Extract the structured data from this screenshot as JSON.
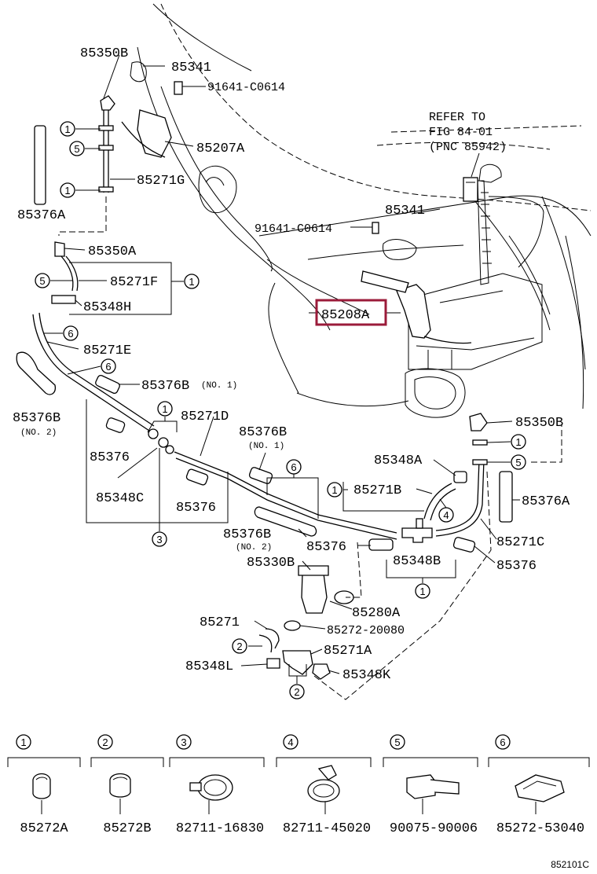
{
  "figure_code": "852101C",
  "callouts": {
    "p85350B_top": "85350B",
    "p85341_top": "85341",
    "p91641_top": "91641-C0614",
    "p85207A": "85207A",
    "p85271G": "85271G",
    "p85376A_left": "85376A",
    "p85350A": "85350A",
    "p85271F": "85271F",
    "p85348H": "85348H",
    "p85271E": "85271E",
    "p85376B_mid": "85376B",
    "no1_a": "(NO. 1)",
    "p85376B_left": "85376B",
    "no2_a": "(NO. 2)",
    "p85376_a": "85376",
    "p85271D": "85271D",
    "p85348C": "85348C",
    "p85376B_no1b": "85376B",
    "no1_b": "(NO. 1)",
    "p85376_b": "85376",
    "p85376B_no2b": "85376B",
    "no2_b": "(NO. 2)",
    "p85376_c": "85376",
    "p85330B": "85330B",
    "p85280A": "85280A",
    "p85271": "85271",
    "p85272_20080": "85272-20080",
    "p85271A": "85271A",
    "p85348L": "85348L",
    "p85348K": "85348K",
    "p85341_mid": "85341",
    "p91641_mid": "91641-C0614",
    "p85208A": "85208A",
    "p85350B_right": "85350B",
    "p85348A": "85348A",
    "p85271B": "85271B",
    "p85376A_right": "85376A",
    "p85271C": "85271C",
    "p85376_d": "85376",
    "p85348B": "85348B"
  },
  "refer": {
    "line1": "REFER TO",
    "line2": "FIG 84-01",
    "line3": "(PNC 85942)"
  },
  "legend": [
    {
      "num": "1",
      "part": "85272A"
    },
    {
      "num": "2",
      "part": "85272B"
    },
    {
      "num": "3",
      "part": "82711-16830"
    },
    {
      "num": "4",
      "part": "82711-45020"
    },
    {
      "num": "5",
      "part": "90075-90006"
    },
    {
      "num": "6",
      "part": "85272-53040"
    }
  ],
  "markers": {
    "m1a": "1",
    "m5a": "5",
    "m1b": "1",
    "m5b": "5",
    "m1c": "1",
    "m6a": "6",
    "m6b": "6",
    "m1d": "1",
    "m3a": "3",
    "m6c": "6",
    "m1e": "1",
    "m4a": "4",
    "m1f": "1",
    "m5c": "5",
    "m1g": "1",
    "m2a": "2",
    "m2b": "2"
  },
  "highlight_color": "#9b1b3a"
}
